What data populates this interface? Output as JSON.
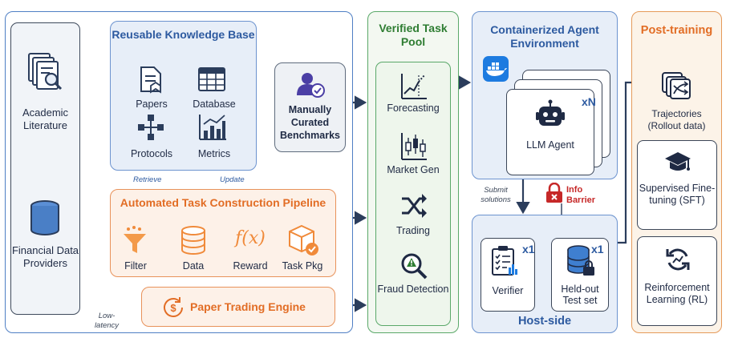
{
  "sources": {
    "academic": "Academic Literature",
    "financial": "Financial Data Providers"
  },
  "knowledge_base": {
    "title": "Reusable Knowledge Base",
    "items": [
      "Papers",
      "Database",
      "Protocols",
      "Metrics"
    ],
    "retrieve": "Retrieve",
    "update": "Update"
  },
  "benchmarks": {
    "label": "Manually Curated Benchmarks"
  },
  "pipeline": {
    "title": "Automated Task Construction Pipeline",
    "steps": [
      "Filter",
      "Data",
      "Reward",
      "Task Pkg"
    ]
  },
  "paper_engine": {
    "label": "Paper Trading Engine",
    "latency": "Low-latency"
  },
  "task_pool": {
    "title": "Verified Task Pool",
    "items": [
      "Forecasting",
      "Market Gen",
      "Trading",
      "Fraud Detection"
    ]
  },
  "container": {
    "title": "Containerized Agent Environment",
    "agent": "LLM Agent",
    "multiplier": "xN"
  },
  "submit": "Submit solutions",
  "barrier": "Info Barrier",
  "host": {
    "title": "Host-side",
    "verifier": "Verifier",
    "test": "Held-out Test set",
    "x1": "x1"
  },
  "post": {
    "title": "Post-training",
    "trajectories": "Trajectories",
    "trajectories_sub": "(Rollout data)",
    "sft": "Supervised Fine-tuning (SFT)",
    "rl": "Reinforcement Learning (RL)"
  },
  "colors": {
    "blue": "#2d5aa0",
    "green": "#2e7d32",
    "orange": "#e26d25",
    "red": "#c62828"
  }
}
